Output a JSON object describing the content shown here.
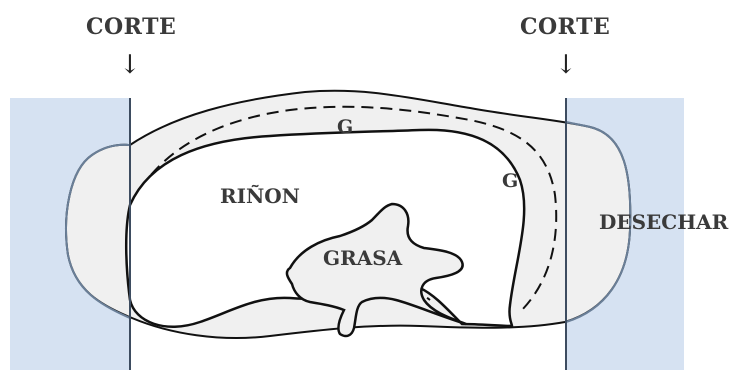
{
  "labels": {
    "cut_left": "CORTE",
    "cut_right": "CORTE",
    "arrow_left": "↓",
    "arrow_right": "↓",
    "kidney": "RIÑON",
    "fat_center": "GRASA",
    "fat_top": "G",
    "fat_right": "G",
    "discard": "DESECHAR"
  },
  "colors": {
    "discard_region": "#d6e2f2",
    "fat_layer": "#f0f0f0",
    "outline": "#111111",
    "label_text": "#3a3a3a"
  }
}
